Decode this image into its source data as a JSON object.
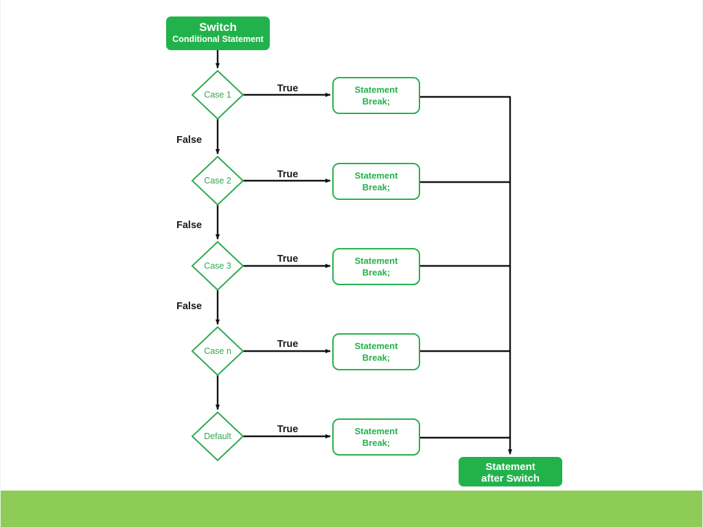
{
  "page": {
    "title": "Switch Conditional Statement Flowchart",
    "background_color": "#ffffff",
    "footer_color": "#8DCC56"
  },
  "theme": {
    "brand_green": "#22B24C",
    "diamond_green": "#2FA84F",
    "line_black": "#111111",
    "text_white": "#ffffff",
    "footer_green": "#8DCC56"
  },
  "flowchart": {
    "start_node": {
      "name": "switch-node",
      "line1": "Switch",
      "line2": "Conditional Statement",
      "shape": "rounded-rect-filled"
    },
    "end_node": {
      "name": "statement-after-switch-node",
      "line1": "Statement",
      "line2": "after Switch",
      "shape": "rounded-rect-filled"
    },
    "branches": [
      {
        "decision": "Case 1",
        "true_label": "True",
        "false_label": "False",
        "action_line1": "Statement",
        "action_line2": "Break;"
      },
      {
        "decision": "Case 2",
        "true_label": "True",
        "false_label": "False",
        "action_line1": "Statement",
        "action_line2": "Break;"
      },
      {
        "decision": "Case 3",
        "true_label": "True",
        "false_label": "False",
        "action_line1": "Statement",
        "action_line2": "Break;"
      },
      {
        "decision": "Case n",
        "true_label": "True",
        "false_label": "",
        "action_line1": "Statement",
        "action_line2": "Break;"
      },
      {
        "decision": "Default",
        "true_label": "True",
        "false_label": "",
        "action_line1": "Statement",
        "action_line2": "Break;"
      }
    ]
  }
}
